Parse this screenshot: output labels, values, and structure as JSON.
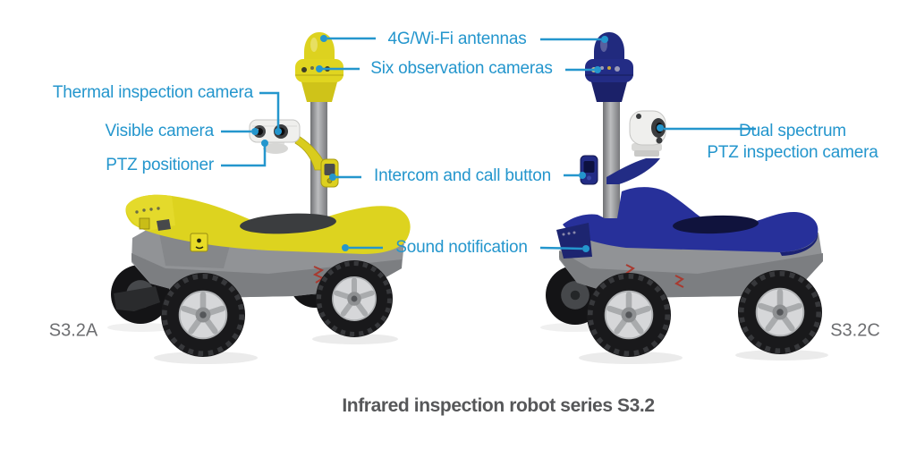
{
  "diagram": {
    "caption": "Infrared inspection robot series S3.2",
    "robots": [
      {
        "model": "S3.2A",
        "body_color": "#DDD31F"
      },
      {
        "model": "S3.2C",
        "body_color": "#232C85"
      }
    ],
    "labels": {
      "antennas": "4G/Wi-Fi antennas",
      "observation_cameras": "Six observation cameras",
      "thermal_camera": "Thermal inspection camera",
      "visible_camera": "Visible camera",
      "ptz_positioner": "PTZ positioner",
      "intercom": "Intercom and call button",
      "sound_notification": "Sound notification",
      "dual_spectrum_line1": "Dual spectrum",
      "dual_spectrum_line2": "PTZ inspection camera"
    },
    "colors": {
      "annotation_accent": "#2496CD",
      "caption_text": "#565759",
      "model_text": "#6D6E71",
      "chassis_gray": "#919396",
      "background": "#FFFFFF"
    }
  }
}
